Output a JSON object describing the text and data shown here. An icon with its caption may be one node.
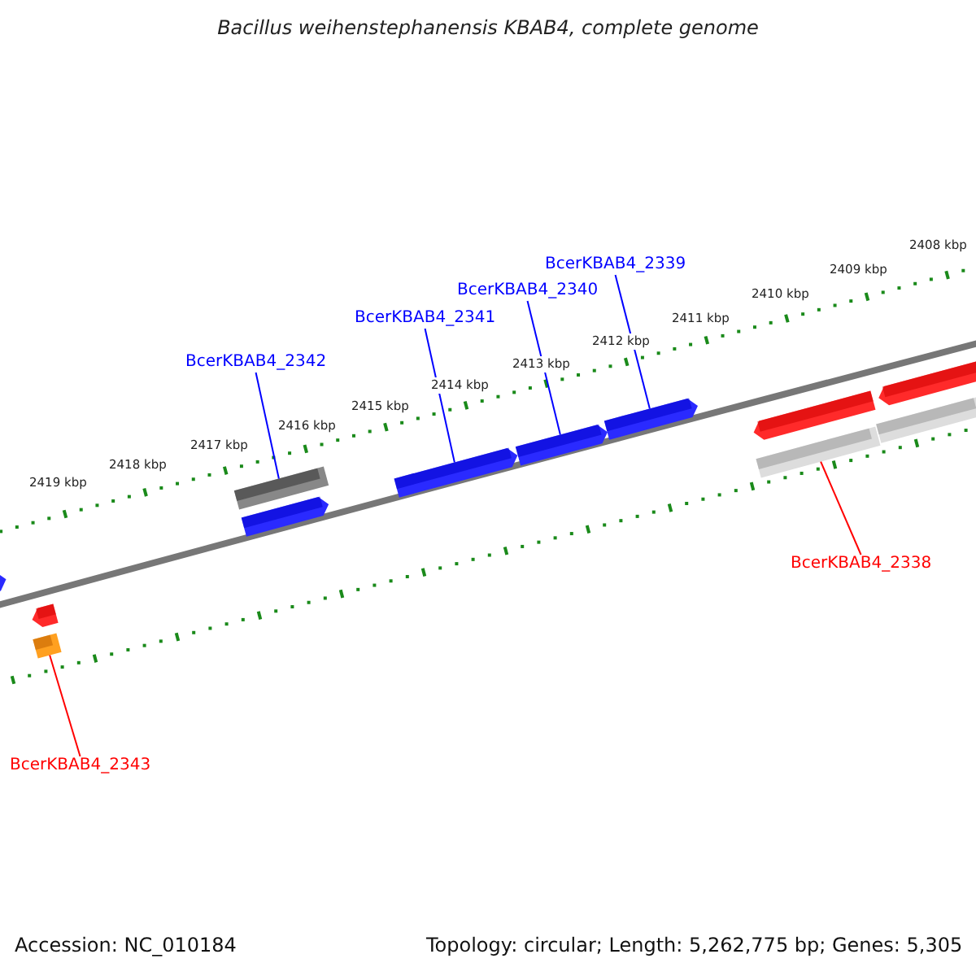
{
  "diagram": {
    "title": "Bacillus weihenstephanensis KBAB4, complete genome",
    "nodes": [
      {
        "text": [
          "BcerKBAB4_2339"
        ]
      },
      {
        "text": [
          "BcerKBAB4_2340"
        ]
      },
      {
        "text": [
          "BcerKBAB4_2341"
        ]
      },
      {
        "text": [
          "BcerKBAB4_2342"
        ]
      },
      {
        "text": [
          "BcerKBAB4_2338"
        ]
      },
      {
        "text": [
          "BcerKBAB4_2343"
        ]
      },
      {
        "text": [],
        "shape": "bar"
      },
      {
        "text": [],
        "shape": "bar"
      },
      {
        "text": [],
        "shape": "bar"
      },
      {
        "text": [],
        "shape": "bar"
      },
      {
        "text": [],
        "shape": "bar"
      },
      {
        "text": [],
        "shape": "bar"
      },
      {
        "text": [],
        "shape": "bar"
      },
      {
        "text": [],
        "shape": "bar"
      },
      {
        "text": [],
        "shape": "bar"
      },
      {
        "text": [],
        "shape": "bar"
      },
      {
        "text": [],
        "shape": "bar"
      },
      {
        "text": [],
        "shape": "bar"
      }
    ],
    "edges": [
      {
        "from": 0,
        "to": 13,
        "arrow": "none"
      },
      {
        "from": 1,
        "to": 12,
        "arrow": "none"
      },
      {
        "from": 2,
        "to": 11,
        "arrow": "none"
      },
      {
        "from": 3,
        "to": 9,
        "arrow": "none"
      },
      {
        "from": 4,
        "to": 15,
        "arrow": "none",
        "color": "#ff0000"
      },
      {
        "from": 5,
        "to": 8,
        "arrow": "none",
        "color": "#ff0000"
      }
    ],
    "labels": [
      "2408 kbp",
      "2409 kbp",
      "2410 kbp",
      "2411 kbp",
      "2412 kbp",
      "2413 kbp",
      "2414 kbp",
      "2415 kbp",
      "2416 kbp",
      "2417 kbp",
      "2418 kbp",
      "2419 kbp",
      "Accession: NC_010184",
      "Topology: circular; Length: 5,262,775 bp; Genes: 5,305"
    ]
  }
}
